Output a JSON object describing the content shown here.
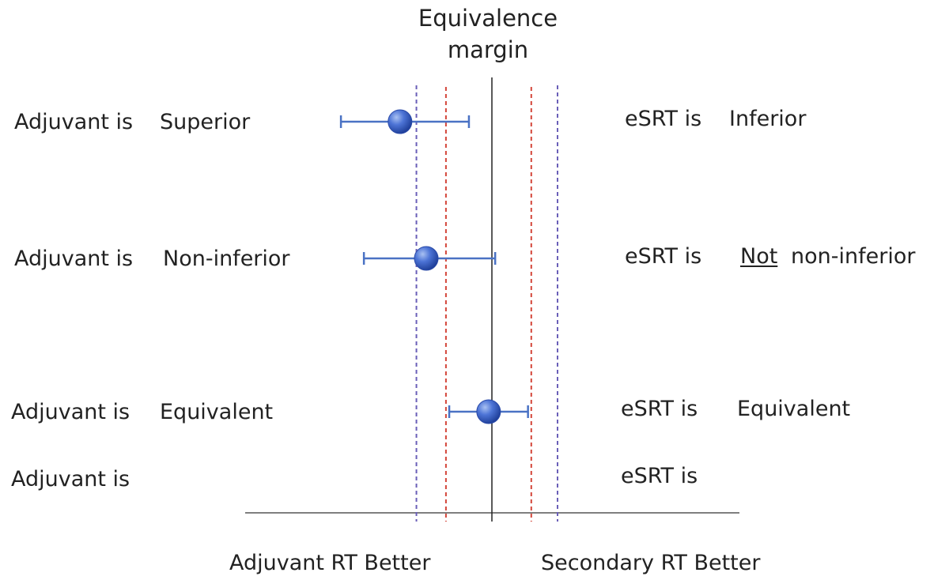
{
  "title": {
    "line1": "Equivalence",
    "line2": "margin"
  },
  "rows": [
    {
      "left_prefix": "Adjuvant is",
      "left_verdict": "Superior",
      "right_prefix": "eSRT is",
      "right_verdict_underlined": "",
      "right_verdict": "Inferior",
      "estimate": -1.4,
      "ci_low": -2.3,
      "ci_high": -0.35
    },
    {
      "left_prefix": "Adjuvant is",
      "left_verdict": "Non-inferior",
      "right_prefix": "eSRT is",
      "right_verdict_underlined": "Not",
      "right_verdict": "non-inferior",
      "estimate": -1.0,
      "ci_low": -1.95,
      "ci_high": 0.05
    },
    {
      "left_prefix": "Adjuvant is",
      "left_verdict": "Equivalent",
      "right_prefix": "eSRT is",
      "right_verdict_underlined": "",
      "right_verdict": "Equivalent",
      "estimate": -0.05,
      "ci_low": -0.65,
      "ci_high": 0.55
    },
    {
      "left_prefix": "Adjuvant is",
      "left_verdict": "",
      "right_prefix": "eSRT is",
      "right_verdict_underlined": "",
      "right_verdict": ""
    }
  ],
  "axis": {
    "left_label": "Adjuvant RT Better",
    "right_label": "Secondary RT Better",
    "range": [
      -3.5,
      3.5
    ],
    "no_effect": 0
  },
  "margins": {
    "inner": [
      -0.7,
      0.6
    ],
    "outer": [
      -1.15,
      1.0
    ]
  },
  "colors": {
    "ci_line": "#4a72c4",
    "point": "#3b62c9",
    "inner_margin": "#d4463a",
    "outer_margin": "#6a5fb8",
    "axis": "#555555",
    "no_effect_line": "#222222"
  }
}
